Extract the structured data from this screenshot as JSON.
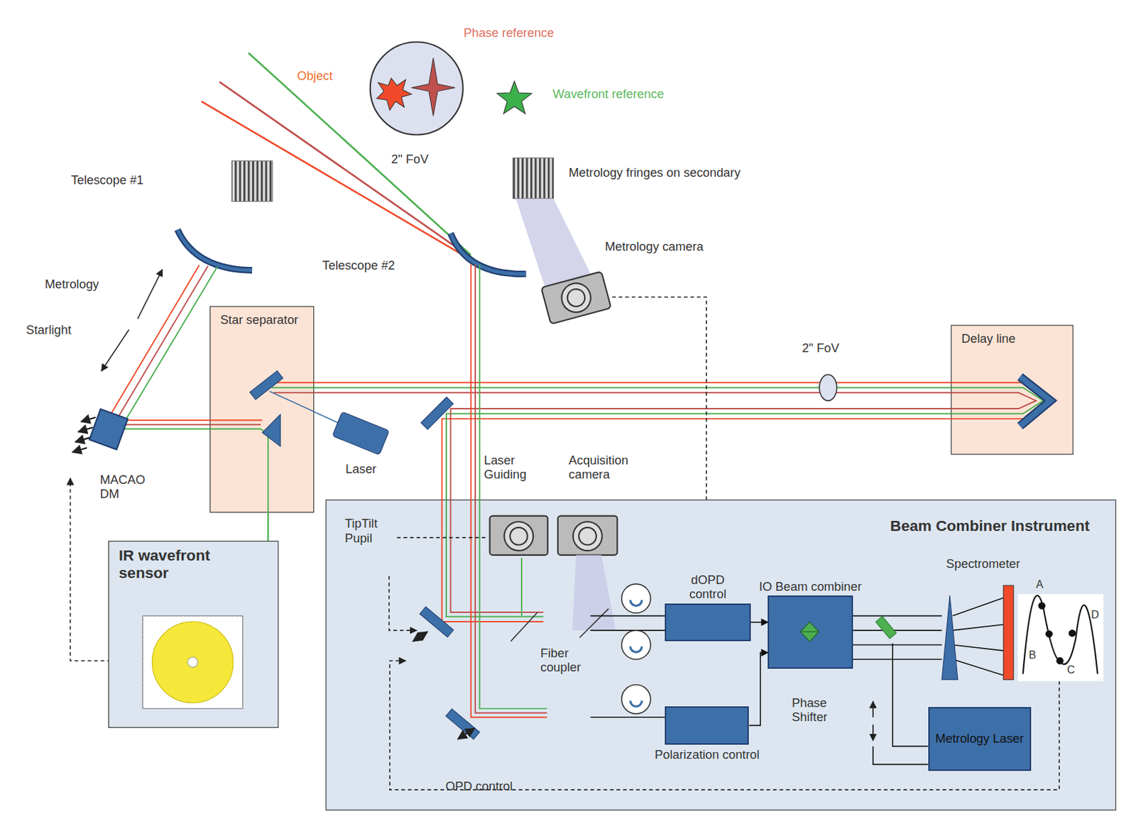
{
  "diagram": {
    "nodes": [
      {
        "text": [
          "Star separator"
        ]
      },
      {
        "text": [
          "Delay line"
        ]
      },
      {
        "text": [
          "IR wavefront sensor"
        ]
      },
      {
        "text": [
          "Beam Combiner Instrument"
        ]
      },
      {
        "text": [
          "dOPD control"
        ],
        "in": 3
      },
      {
        "text": [
          "IO Beam combiner"
        ],
        "in": 3
      },
      {
        "text": [
          "Polarization control"
        ],
        "in": 3
      },
      {
        "text": [
          "Metrology Laser"
        ],
        "in": 3
      }
    ],
    "edges": [
      {
        "from": 4,
        "to": 5,
        "arrow": "to"
      },
      {
        "from": 6,
        "to": 5,
        "arrow": "to"
      }
    ],
    "labels": [
      "Phase reference",
      "Object",
      "Wavefront reference",
      "2\" FoV",
      "Telescope #1",
      "Metrology fringes on secondary",
      "Telescope #2",
      "Metrology camera",
      "Metrology",
      "Starlight",
      "2\" FoV",
      "Laser",
      "MACAO DM",
      "Laser Guiding",
      "Acquisition camera",
      "TipTilt Pupil",
      "Fiber coupler",
      "Spectrometer",
      "Phase Shifter",
      "OPD control",
      "A",
      "B",
      "C",
      "D"
    ]
  }
}
